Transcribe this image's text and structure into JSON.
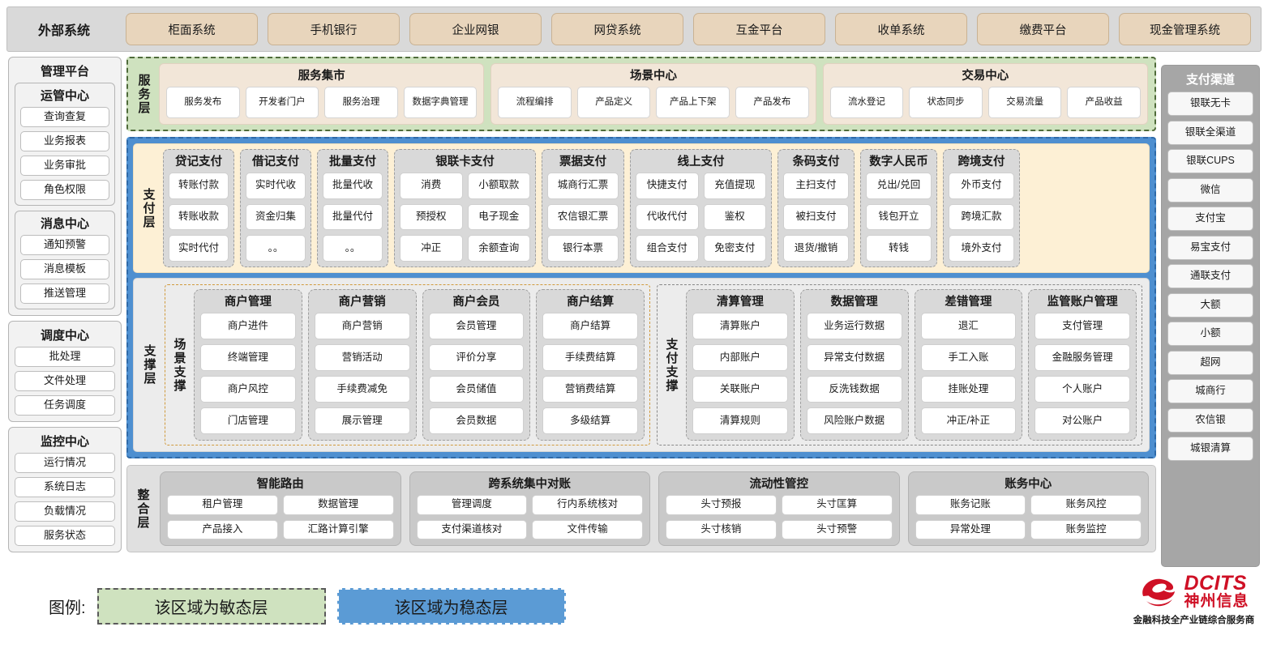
{
  "external": {
    "label": "外部系统",
    "items": [
      "柜面系统",
      "手机银行",
      "企业网银",
      "网贷系统",
      "互金平台",
      "收单系统",
      "缴费平台",
      "现金管理系统"
    ]
  },
  "management": {
    "title": "管理平台",
    "groups": [
      {
        "title": "运管中心",
        "items": [
          "查询查复",
          "业务报表",
          "业务审批",
          "角色权限"
        ]
      },
      {
        "title": "消息中心",
        "items": [
          "通知预警",
          "消息模板",
          "推送管理"
        ]
      }
    ],
    "standalone": [
      {
        "title": "调度中心",
        "items": [
          "批处理",
          "文件处理",
          "任务调度"
        ]
      },
      {
        "title": "监控中心",
        "items": [
          "运行情况",
          "系统日志",
          "负载情况",
          "服务状态"
        ]
      }
    ]
  },
  "service_layer": {
    "label": "服务层",
    "groups": [
      {
        "title": "服务集市",
        "items": [
          "服务发布",
          "开发者门户",
          "服务治理",
          "数据字典管理"
        ]
      },
      {
        "title": "场景中心",
        "items": [
          "流程编排",
          "产品定义",
          "产品上下架",
          "产品发布"
        ]
      },
      {
        "title": "交易中心",
        "items": [
          "流水登记",
          "状态同步",
          "交易流量",
          "产品收益"
        ]
      }
    ]
  },
  "payment_layer": {
    "label": "支付层",
    "groups": [
      {
        "title": "贷记支付",
        "cols": 1,
        "width": 88,
        "items": [
          "转账付款",
          "转账收款",
          "实时代付"
        ]
      },
      {
        "title": "借记支付",
        "cols": 1,
        "width": 88,
        "items": [
          "实时代收",
          "资金归集",
          "。。"
        ]
      },
      {
        "title": "批量支付",
        "cols": 1,
        "width": 88,
        "items": [
          "批量代收",
          "批量代付",
          "。。"
        ]
      },
      {
        "title": "银联卡支付",
        "cols": 2,
        "width": 175,
        "items": [
          "消费",
          "小额取款",
          "预授权",
          "电子现金",
          "冲正",
          "余额查询"
        ]
      },
      {
        "title": "票据支付",
        "cols": 1,
        "width": 102,
        "items": [
          "城商行汇票",
          "农信银汇票",
          "银行本票"
        ]
      },
      {
        "title": "线上支付",
        "cols": 2,
        "width": 175,
        "items": [
          "快捷支付",
          "充值提现",
          "代收代付",
          "鉴权",
          "组合支付",
          "免密支付"
        ]
      },
      {
        "title": "条码支付",
        "cols": 1,
        "width": 95,
        "items": [
          "主扫支付",
          "被扫支付",
          "退货/撤销"
        ]
      },
      {
        "title": "数字人民币",
        "cols": 1,
        "width": 95,
        "items": [
          "兑出/兑回",
          "钱包开立",
          "转钱"
        ]
      },
      {
        "title": "跨境支付",
        "cols": 1,
        "width": 95,
        "items": [
          "外币支付",
          "跨境汇款",
          "境外支付"
        ]
      }
    ]
  },
  "support_layer": {
    "label": "支撑层",
    "scene": {
      "label": "场景支撑",
      "groups": [
        {
          "title": "商户管理",
          "items": [
            "商户进件",
            "终端管理",
            "商户风控",
            "门店管理"
          ]
        },
        {
          "title": "商户营销",
          "items": [
            "商户营销",
            "营销活动",
            "手续费减免",
            "展示管理"
          ]
        },
        {
          "title": "商户会员",
          "items": [
            "会员管理",
            "评价分享",
            "会员储值",
            "会员数据"
          ]
        },
        {
          "title": "商户结算",
          "items": [
            "商户结算",
            "手续费结算",
            "营销费结算",
            "多级结算"
          ]
        }
      ]
    },
    "paysupport": {
      "label": "支付支撑",
      "groups": [
        {
          "title": "清算管理",
          "items": [
            "清算账户",
            "内部账户",
            "关联账户",
            "清算规则"
          ]
        },
        {
          "title": "数据管理",
          "items": [
            "业务运行数据",
            "异常支付数据",
            "反洗钱数据",
            "风险账户数据"
          ]
        },
        {
          "title": "差错管理",
          "items": [
            "退汇",
            "手工入账",
            "挂账处理",
            "冲正/补正"
          ]
        },
        {
          "title": "监管账户管理",
          "items": [
            "支付管理",
            "金融服务管理",
            "个人账户",
            "对公账户"
          ]
        }
      ]
    }
  },
  "integration_layer": {
    "label": "整合层",
    "groups": [
      {
        "title": "智能路由",
        "items": [
          "租户管理",
          "数据管理",
          "产品接入",
          "汇路计算引擎"
        ]
      },
      {
        "title": "跨系统集中对账",
        "items": [
          "管理调度",
          "行内系统核对",
          "支付渠道核对",
          "文件传输"
        ]
      },
      {
        "title": "流动性管控",
        "items": [
          "头寸预报",
          "头寸匡算",
          "头寸核销",
          "头寸预警"
        ]
      },
      {
        "title": "账务中心",
        "items": [
          "账务记账",
          "账务风控",
          "异常处理",
          "账务监控"
        ]
      }
    ]
  },
  "channels": {
    "title": "支付渠道",
    "items": [
      "银联无卡",
      "银联全渠道",
      "银联CUPS",
      "微信",
      "支付宝",
      "易宝支付",
      "通联支付",
      "大额",
      "小额",
      "超网",
      "城商行",
      "农信银",
      "城银清算"
    ]
  },
  "legend": {
    "label": "图例:",
    "agile": "该区域为敏态层",
    "stable": "该区域为稳态层"
  },
  "logo": {
    "en": "DCITS",
    "cn": "神州信息",
    "tagline": "金融科技全产业链综合服务商",
    "brand_color": "#cf1025"
  },
  "colors": {
    "agile_green": "#cfe2bf",
    "stable_blue": "#4e8fd0",
    "payment_cream": "#fdf0d5",
    "external_tan": "#e8d5bc",
    "channel_gray": "#a6a6a6"
  }
}
